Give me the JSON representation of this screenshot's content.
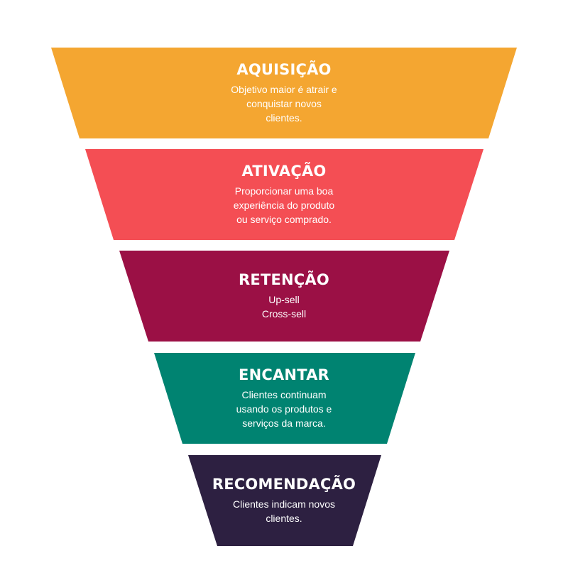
{
  "funnel": {
    "stages": [
      {
        "title": "AQUISIÇÃO",
        "lines": [
          "Objetivo maior é atrair e",
          "conquistar novos",
          "clientes."
        ],
        "color": "#f4a631"
      },
      {
        "title": "ATIVAÇÃO",
        "lines": [
          "Proporcionar uma boa",
          "experiência do produto",
          "ou serviço comprado."
        ],
        "color": "#f44e54"
      },
      {
        "title": "RETENÇÃO",
        "lines": [
          "Up-sell",
          "Cross-sell"
        ],
        "color": "#9b1045"
      },
      {
        "title": "ENCANTAR",
        "lines": [
          "Clientes continuam",
          "usando os produtos e",
          "serviços da marca."
        ],
        "color": "#008371"
      },
      {
        "title": "RECOMENDAÇÃO",
        "lines": [
          "Clientes indicam novos",
          "clientes."
        ],
        "color": "#2d2041"
      }
    ]
  }
}
